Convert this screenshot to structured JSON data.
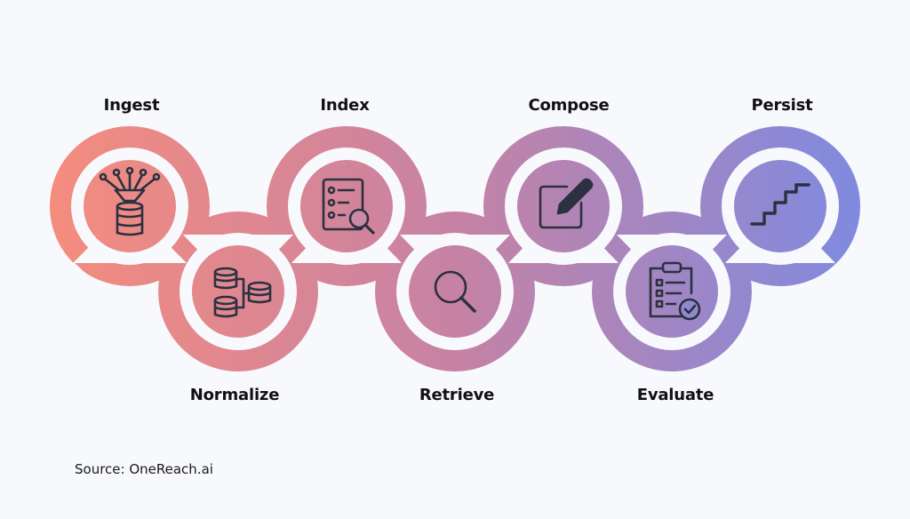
{
  "colors": {
    "background": "#f8f9fc",
    "gradient_start": "#f58c7e",
    "gradient_mid": "#c682a4",
    "gradient_end": "#7f8ae0",
    "icon_stroke": "#2b3140"
  },
  "steps": [
    {
      "label": "Ingest",
      "icon": "funnel-database-icon"
    },
    {
      "label": "Normalize",
      "icon": "connected-databases-icon"
    },
    {
      "label": "Index",
      "icon": "list-magnifier-icon"
    },
    {
      "label": "Retrieve",
      "icon": "search-icon"
    },
    {
      "label": "Compose",
      "icon": "edit-pen-icon"
    },
    {
      "label": "Evaluate",
      "icon": "checklist-clipboard-icon"
    },
    {
      "label": "Persist",
      "icon": "stairs-icon"
    }
  ],
  "footer": {
    "source": "Source: OneReach.ai"
  }
}
